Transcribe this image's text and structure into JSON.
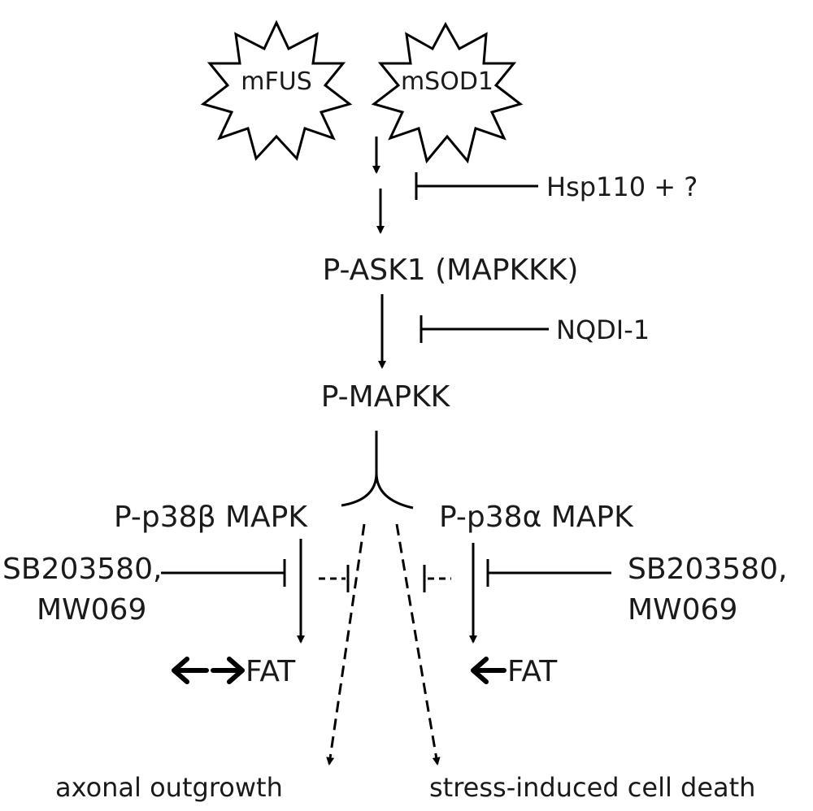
{
  "nodes": {
    "mfus": "mFUS",
    "msod1": "mSOD1",
    "hsp110": "Hsp110 + ?",
    "pask1": "P-ASK1 (MAPKKK)",
    "nqdi1": "NQDI-1",
    "pmapkk": "P-MAPKK",
    "pp38b": "P-p38β MAPK",
    "pp38a": "P-p38α MAPK",
    "inhib_left_1": "SB203580,",
    "inhib_left_2": "MW069",
    "inhib_right_1": "SB203580,",
    "inhib_right_2": "MW069",
    "fat_left": "FAT",
    "fat_right": "FAT",
    "axonal": "axonal outgrowth",
    "death": "stress-induced cell death"
  }
}
